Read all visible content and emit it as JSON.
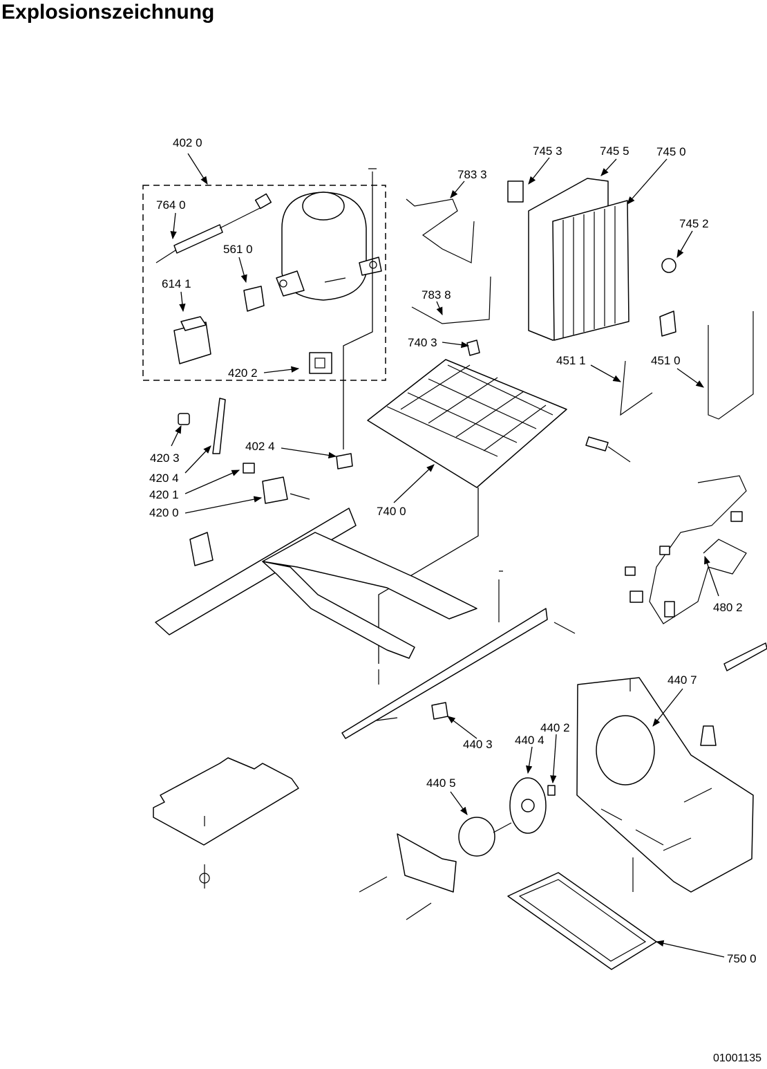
{
  "title": "Explosionszeichnung",
  "doc_number": "01001135",
  "part_labels": [
    "402 0",
    "764 0",
    "561 0",
    "614 1",
    "420 2",
    "783 3",
    "783 8",
    "740 3",
    "745 3",
    "745 5",
    "745 0",
    "745 2",
    "451 1",
    "451 0",
    "402 4",
    "420 3",
    "420 4",
    "420 1",
    "420 0",
    "740 0",
    "480 2",
    "440 7",
    "440 2",
    "440 4",
    "440 3",
    "440 5",
    "750 0"
  ]
}
